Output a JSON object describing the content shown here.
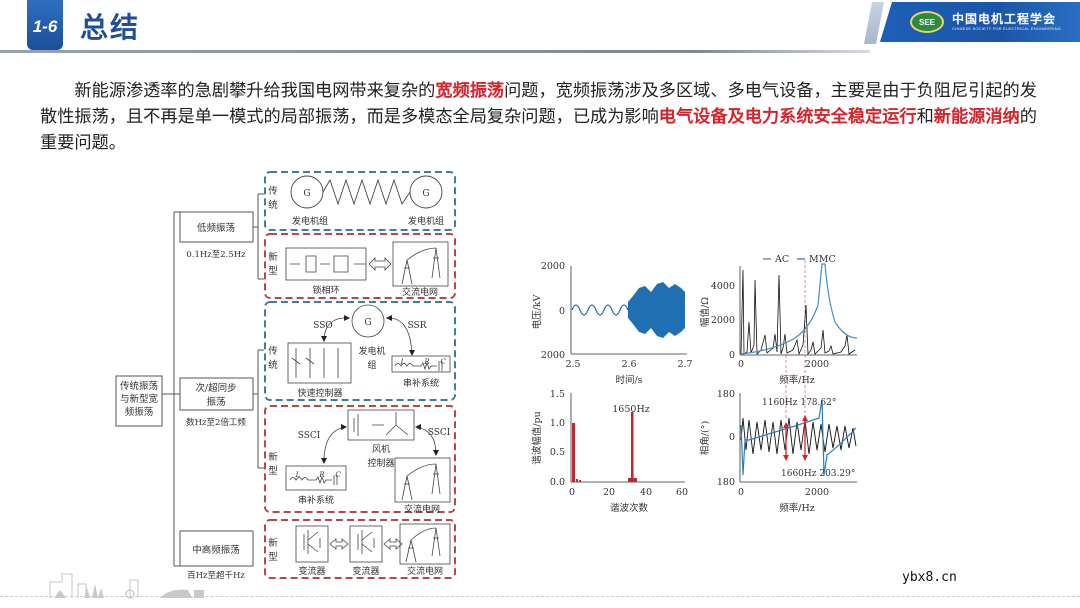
{
  "header": {
    "section_number": "1-6",
    "title": "总结",
    "logo": {
      "emblem": "SEE",
      "name_cn": "中国电机工程学会",
      "name_en": "CHINESE SOCIETY FOR ELECTRICAL ENGINEERING"
    }
  },
  "intro": {
    "segments": [
      {
        "text": "新能源渗透率的急剧攀升给我国电网带来复杂的",
        "highlight": false
      },
      {
        "text": "宽频振荡",
        "highlight": true
      },
      {
        "text": "问题，宽频振荡涉及多区域、多电气设备，主要是由于负阻尼引起的发散性振荡，且不再是单一模式的局部振荡，而是多模态全局复杂问题，已成为影响",
        "highlight": false
      },
      {
        "text": "电气设备及电力系统安全稳定运行",
        "highlight": true
      },
      {
        "text": "和",
        "highlight": false
      },
      {
        "text": "新能源消纳",
        "highlight": true
      },
      {
        "text": "的重要问题。",
        "highlight": false
      }
    ],
    "highlight_color": "#d8232a"
  },
  "diagram": {
    "root": {
      "label_lines": [
        "传统振荡",
        "与新型宽",
        "频振荡"
      ]
    },
    "categories": [
      {
        "name": "低频振荡",
        "range": "0.1Hz至2.5Hz",
        "traditional": {
          "tag": [
            "传",
            "统"
          ],
          "left_label": "发电机组",
          "right_label": "发电机组",
          "gen": "G"
        },
        "new": {
          "tag": [
            "新",
            "型"
          ],
          "left_label": "锁相环",
          "right_label": "交流电网"
        }
      },
      {
        "name_lines": [
          "次/超同步",
          "振荡"
        ],
        "range": "数Hz至2倍工频",
        "traditional": {
          "tag": [
            "传",
            "统"
          ],
          "gen": "G",
          "gen_label": [
            "发电机",
            "组"
          ],
          "sso": "SSO",
          "ssr": "SSR",
          "left_label": "快速控制器",
          "right_label": "串补系统",
          "lrc": [
            "L",
            "R",
            "C"
          ]
        },
        "new": {
          "tag": [
            "新",
            "型"
          ],
          "ssci_left": "SSCI",
          "ssci_right": "SSCI",
          "center_label": [
            "风机",
            "控制器"
          ],
          "left_label": "串补系统",
          "right_label": "交流电网",
          "lrc": [
            "L",
            "R",
            "C"
          ]
        }
      },
      {
        "name": "中高频振荡",
        "range": "百Hz至超千Hz",
        "new": {
          "tag": [
            "新",
            "型"
          ],
          "conv1": "变流器",
          "conv2": "变流器",
          "grid": "交流电网"
        }
      }
    ],
    "colors": {
      "traditional_border": "#3f7f95",
      "new_border": "#b5474f"
    }
  },
  "chart_data": [
    {
      "type": "line",
      "title": "",
      "xlabel": "时间/s",
      "ylabel": "电压/kV",
      "x_ticks": [
        "2.5",
        "2.6",
        "2.7"
      ],
      "y_ticks": [
        "2000",
        "0",
        "2000"
      ],
      "xlim": [
        2.5,
        2.7
      ],
      "ylim": [
        -2000,
        2000
      ],
      "series": [
        {
          "name": "voltage",
          "color": "#1f6fb2",
          "description": "sinusoid ~±400kV amplitude 2.5–2.6s, then high-frequency oscillation with ~±1000kV envelope 2.6–2.7s"
        }
      ]
    },
    {
      "type": "line",
      "title": "",
      "xlabel": "频率/Hz",
      "ylabel": "幅值/Ω",
      "x_ticks": [
        "0",
        "2000"
      ],
      "y_ticks": [
        "0",
        "2000",
        "4000"
      ],
      "ylim": [
        0,
        5000
      ],
      "legend": [
        "AC",
        "MMC"
      ],
      "series": [
        {
          "name": "AC",
          "color": "#111111",
          "description": "multiple sharp resonance peaks"
        },
        {
          "name": "MMC",
          "color": "#4a8fb8",
          "description": "rises to peak near 2100Hz"
        }
      ],
      "annotations": [
        "dashed markers at 1160Hz and 1660Hz"
      ]
    },
    {
      "type": "bar",
      "title": "",
      "xlabel": "谐波次数",
      "ylabel": "谐波幅值/pu",
      "x_ticks": [
        "0",
        "20",
        "40",
        "60"
      ],
      "y_ticks": [
        "0.0",
        "0.5",
        "1.0",
        "1.5"
      ],
      "ylim": [
        0,
        1.5
      ],
      "x": [
        1,
        2,
        3,
        4,
        33
      ],
      "values": [
        1.0,
        0.05,
        0.04,
        0.02,
        1.2
      ],
      "annotations": [
        "1650Hz"
      ],
      "color": "#c0282d"
    },
    {
      "type": "line",
      "title": "",
      "xlabel": "频率/Hz",
      "ylabel": "相角/(°)",
      "x_ticks": [
        "0",
        "2000"
      ],
      "y_ticks": [
        "180",
        "0",
        "180"
      ],
      "ylim": [
        -180,
        180
      ],
      "series": [
        {
          "name": "AC",
          "color": "#111111"
        },
        {
          "name": "MMC",
          "color": "#2f7fb8"
        }
      ],
      "annotations": [
        "1160Hz 178.62°",
        "1660Hz 203.29°"
      ]
    }
  ],
  "footer": {
    "watermark": "ybx8.cn"
  }
}
